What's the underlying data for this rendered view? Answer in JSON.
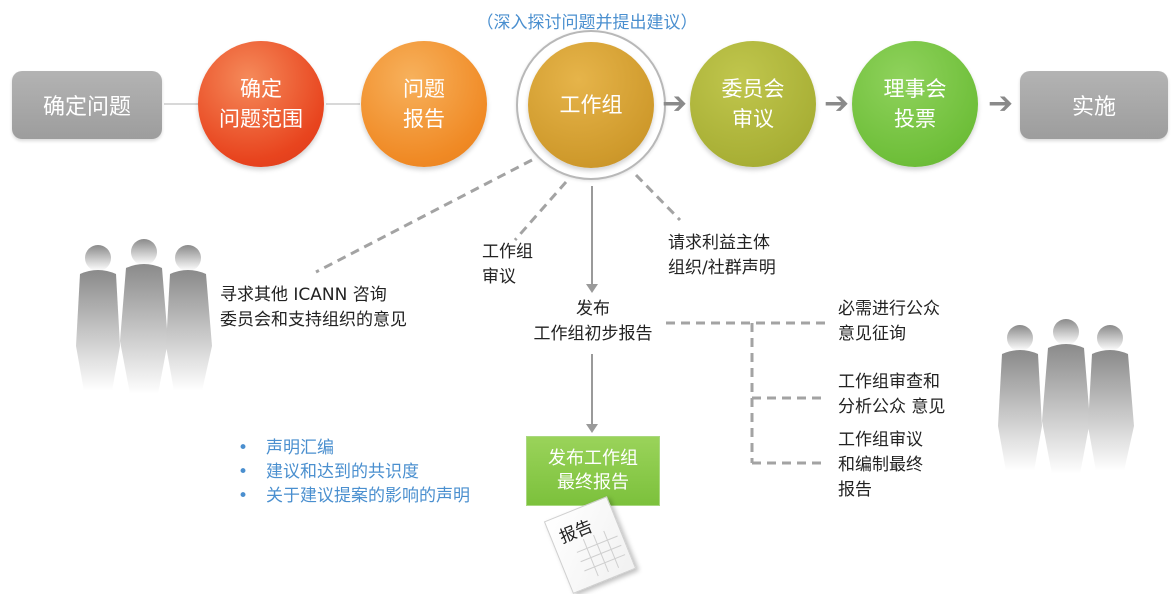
{
  "subtitle": "（深入探讨问题并提出建议）",
  "flow": {
    "start": "确定问题",
    "steps": [
      {
        "line1": "确定",
        "line2": "问题范围"
      },
      {
        "line1": "问题",
        "line2": "报告"
      },
      {
        "line1": "工作组",
        "line2": ""
      },
      {
        "line1": "委员会",
        "line2": "审议"
      },
      {
        "line1": "理事会",
        "line2": "投票"
      }
    ],
    "end": "实施",
    "arrow_glyph": "➔"
  },
  "left_note": {
    "line1": "寻求其他 ICANN 咨询",
    "line2": "委员会和支持组织的意见"
  },
  "wg_review": {
    "line1": "工作组",
    "line2": "审议"
  },
  "stakeholder_note": {
    "line1": "请求利益主体",
    "line2": "组织/社群声明"
  },
  "initial_report": {
    "line1": "发布",
    "line2": "工作组初步报告"
  },
  "right_items": [
    {
      "line1": "必需进行公众",
      "line2": "意见征询"
    },
    {
      "line1": "工作组审查和",
      "line2": "分析公众 意见"
    },
    {
      "line1": "工作组审议",
      "line2": "和编制最终",
      "line3": "报告"
    }
  ],
  "final_report": {
    "line1": "发布工作组",
    "line2": "最终报告"
  },
  "bullets": [
    "声明汇编",
    "建议和达到的共识度",
    "关于建议提案的影响的声明"
  ],
  "bullet_glyph": "•",
  "paper_label": "报告",
  "colors": {
    "accent_blue": "#4a8fcf",
    "gray_box": "#a6a6a6",
    "green": "#7cc13c",
    "connector": "#a0a0a0"
  }
}
